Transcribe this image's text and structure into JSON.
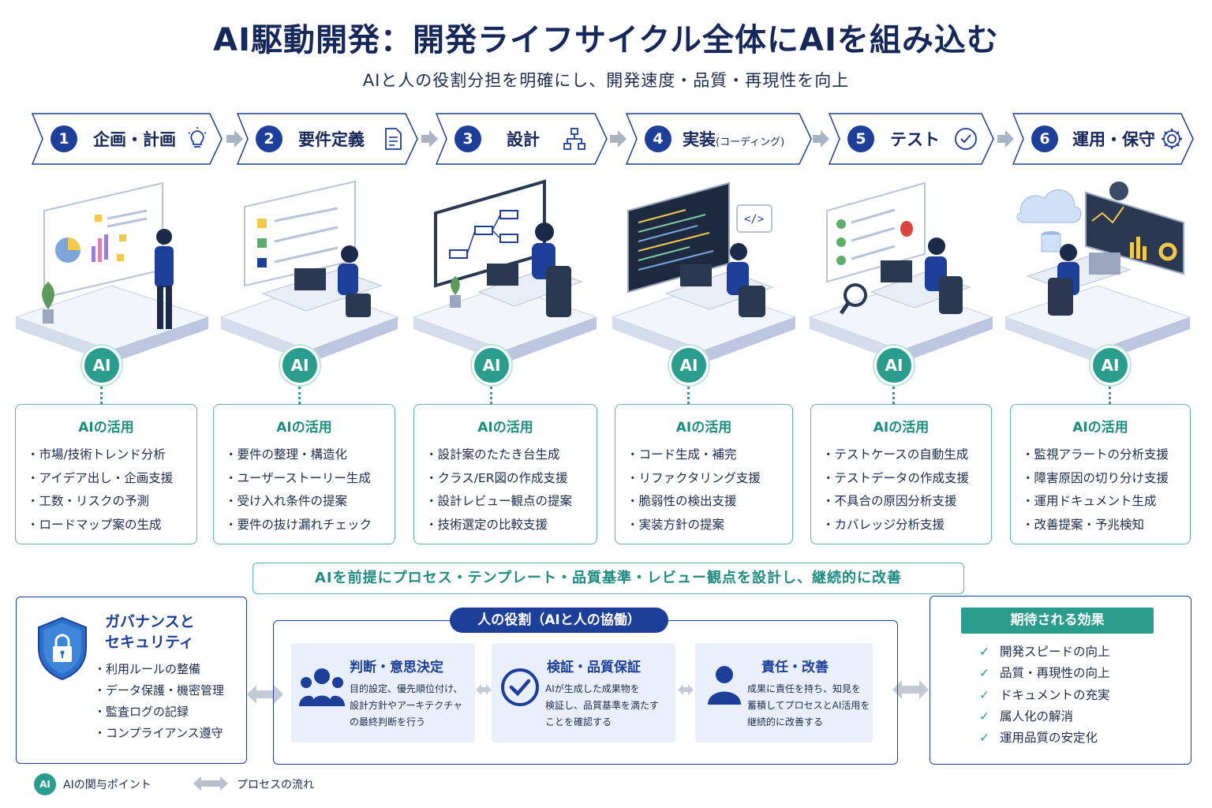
{
  "header": {
    "title": "AI駆動開発：開発ライフサイクル全体にAIを組み込む",
    "subtitle": "AIと人の役割分担を明確にし、開発速度・品質・再現性を向上"
  },
  "steps": [
    {
      "num": "1",
      "label": "企画・計画",
      "sub": "",
      "icon": "lightbulb-icon"
    },
    {
      "num": "2",
      "label": "要件定義",
      "sub": "",
      "icon": "document-icon"
    },
    {
      "num": "3",
      "label": "設計",
      "sub": "",
      "icon": "hierarchy-icon"
    },
    {
      "num": "4",
      "label": "実装",
      "sub": "(コーディング)",
      "icon": "code-icon"
    },
    {
      "num": "5",
      "label": "テスト",
      "sub": "",
      "icon": "check-circle-icon"
    },
    {
      "num": "6",
      "label": "運用・保守",
      "sub": "",
      "icon": "gear-icon"
    }
  ],
  "ai_badge": "AI",
  "cards": [
    {
      "title": "AIの活用",
      "items": [
        "・市場/技術トレンド分析",
        "・アイデア出し・企画支援",
        "・工数・リスクの予測",
        "・ロードマップ案の生成"
      ]
    },
    {
      "title": "AIの活用",
      "items": [
        "・要件の整理・構造化",
        "・ユーザーストーリー生成",
        "・受け入れ条件の提案",
        "・要件の抜け漏れチェック"
      ]
    },
    {
      "title": "AIの活用",
      "items": [
        "・設計案のたたき台生成",
        "・クラス/ER図の作成支援",
        "・設計レビュー観点の提案",
        "・技術選定の比較支援"
      ]
    },
    {
      "title": "AIの活用",
      "items": [
        "・コード生成・補完",
        "・リファクタリング支援",
        "・脆弱性の検出支援",
        "・実装方針の提案"
      ]
    },
    {
      "title": "AIの活用",
      "items": [
        "・テストケースの自動生成",
        "・テストデータの作成支援",
        "・不具合の原因分析支援",
        "・カバレッジ分析支援"
      ]
    },
    {
      "title": "AIの活用",
      "items": [
        "・監視アラートの分析支援",
        "・障害原因の切り分け支援",
        "・運用ドキュメント生成",
        "・改善提案・予兆検知"
      ]
    }
  ],
  "banner": "AIを前提にプロセス・テンプレート・品質基準・レビュー観点を設計し、継続的に改善",
  "governance": {
    "title_line1": "ガバナンスと",
    "title_line2": "セキュリティ",
    "items": [
      "・利用ルールの整備",
      "・データ保護・機密管理",
      "・監査ログの記録",
      "・コンプライアンス遵守"
    ]
  },
  "human_roles": {
    "title": "人の役割（AIと人の協働）",
    "roles": [
      {
        "title": "判断・意思決定",
        "lines": [
          "目的設定、優先順位付け、",
          "設計方針やアーキテクチャ",
          "の最終判断を行う"
        ]
      },
      {
        "title": "検証・品質保証",
        "lines": [
          "AIが生成した成果物を",
          "検証し、品質基準を満たす",
          "ことを確認する"
        ]
      },
      {
        "title": "責任・改善",
        "lines": [
          "成果に責任を持ち、知見を",
          "蓄積してプロセスとAI活用を",
          "継続的に改善する"
        ]
      }
    ]
  },
  "effects": {
    "title": "期待される効果",
    "items": [
      "開発スピードの向上",
      "品質・再現性の向上",
      "ドキュメントの充実",
      "属人化の解消",
      "運用品質の安定化"
    ]
  },
  "legend": {
    "ai_badge": "AI",
    "ai_label": "AIの関与ポイント",
    "flow_label": "プロセスの流れ"
  },
  "colors": {
    "navy": "#1d3f99",
    "teal": "#2a9d8f",
    "light_blue": "#eaf0fb"
  }
}
